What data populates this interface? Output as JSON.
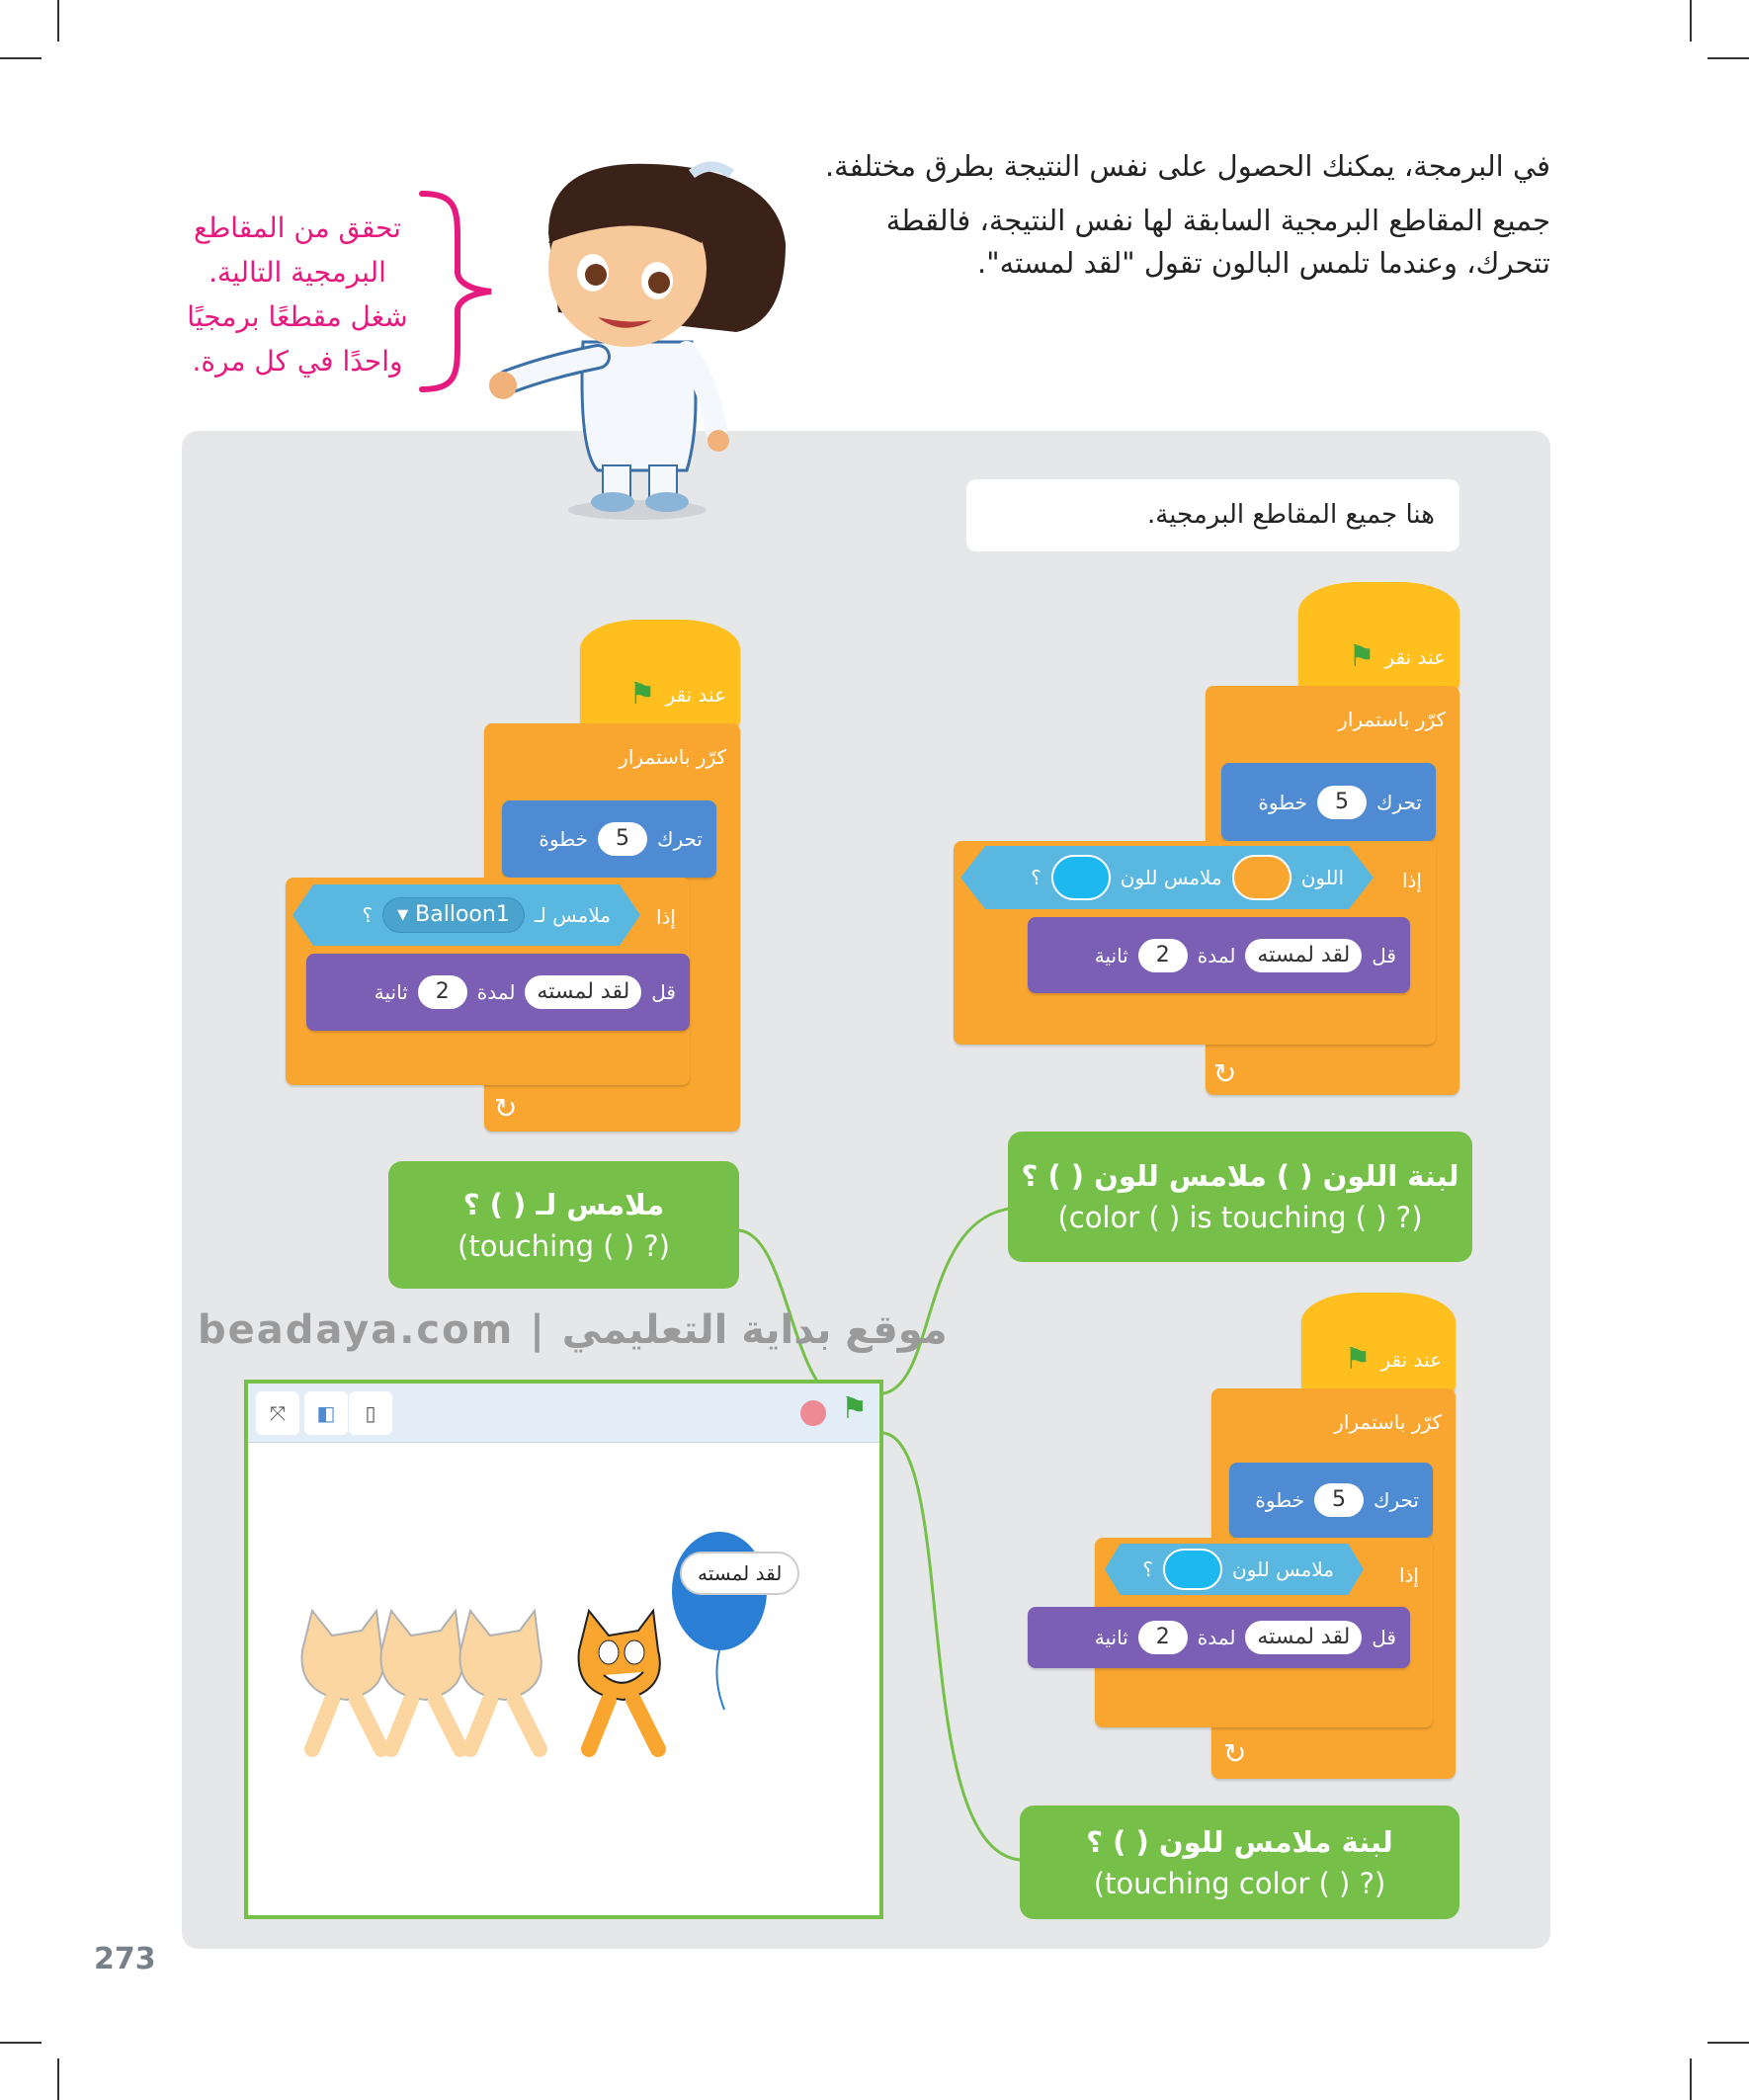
{
  "intro": {
    "line1": "في البرمجة، يمكنك الحصول على نفس النتيجة بطرق مختلفة.",
    "line2": "جميع المقاطع البرمجية السابقة لها نفس النتيجة، فالقطة",
    "line3": "تتحرك، وعندما تلمس البالون تقول \"لقد لمسته\"."
  },
  "tip": {
    "lines": [
      "تحقق من المقاطع",
      "البرمجية التالية.",
      "شغل مقطعًا برمجيًا",
      "واحدًا في كل مرة."
    ]
  },
  "note": "هنا جميع المقاطع البرمجية.",
  "blocks": {
    "when_flag": "عند نقر",
    "forever": "كرّر باستمرار",
    "move": "تحرك",
    "steps": "خطوة",
    "move_value": "5",
    "if": "إذا",
    "say": "قل",
    "say_text": "لقد لمسته",
    "for": "لمدة",
    "secs_value": "2",
    "seconds": "ثانية",
    "color": "اللون",
    "touching_color": "ملامس للون",
    "touching": "ملامس لـ",
    "q": "؟",
    "sprite": "Balloon1"
  },
  "labels": {
    "touching": {
      "ar": "ملامس لـ ( ) ؟",
      "en": "(touching ( ) ?)"
    },
    "color_touching": {
      "ar": "لبنة اللون ( ) ملامس للون ( ) ؟",
      "en": "(color ( ) is touching ( ) ?)"
    },
    "touching_color": {
      "ar": "لبنة ملامس للون ( ) ؟",
      "en": "(touching color ( ) ?)"
    }
  },
  "stage": {
    "bubble": "لقد لمسته"
  },
  "watermark": "beadaya.com | موقع بداية التعليمي",
  "page_number": "273",
  "colors": {
    "events": "#ffbf1f",
    "control": "#f8a630",
    "motion": "#4f8bd2",
    "looks": "#7a5fb5",
    "sensing": "#5ab7e0",
    "label": "#76c04a",
    "accent": "#e6197e"
  }
}
